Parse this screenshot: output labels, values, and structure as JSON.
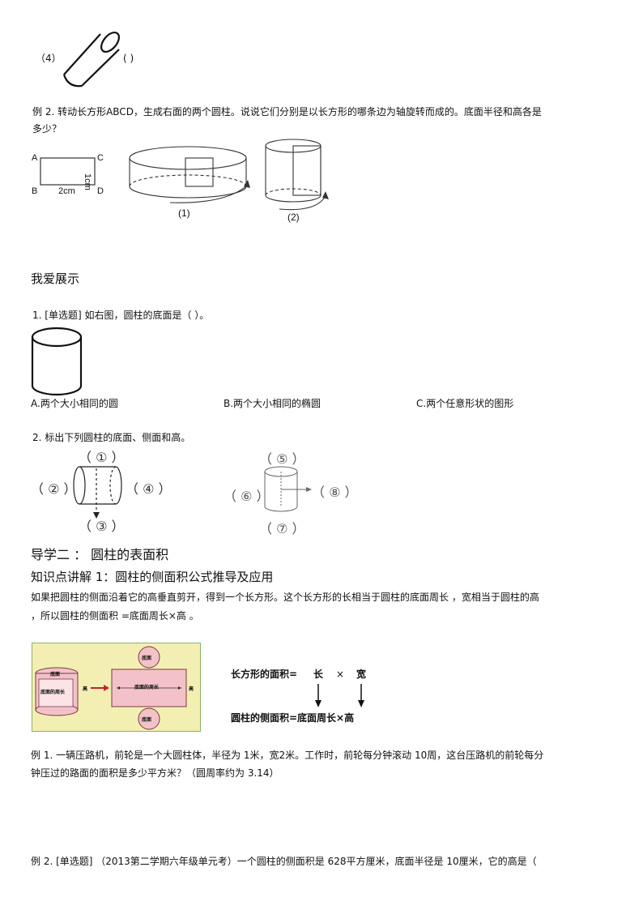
{
  "q4": {
    "label": "（4）",
    "blank": "(          )"
  },
  "ex2": {
    "line1": "例 2.  转动长方形ABCD，生成右面的两个圆柱。说说它们分别是以长方形的哪条边为轴旋转而成的。底面半径和高各是",
    "line2": "多少？",
    "rect_labels": {
      "a": "A",
      "b": "B",
      "c": "C",
      "d": "D",
      "width": "2cm",
      "height": "1cm"
    },
    "fig1": "(1)",
    "fig2": "(2)"
  },
  "show": {
    "title": "我爱展示",
    "q1": "1.  [单选题]  如右图，圆柱的底面是（          ）。",
    "options": [
      "A.两个大小相同的圆",
      "B.两个大小相同的椭圆",
      "C.两个任意形状的图形"
    ],
    "q2": "2.  标出下列圆柱的底面、侧面和高。",
    "labels": [
      "（ ① ）",
      "（ ② ）",
      "（ ③ ）",
      "（ ④ ）",
      "（ ⑤ ）",
      "（ ⑥ ）",
      "（ ⑦ ）",
      "（ ⑧ ）"
    ]
  },
  "section2": {
    "title": "导学二 ：  圆柱的表面积",
    "kp": "知识点讲解  1：圆柱的侧面积公式推导及应用",
    "p1": "如果把圆柱的侧面沿着它的高垂直剪开，得到一个长方形。这个长方形的长相当于圆柱的底面周长      ，宽相当于圆柱的高",
    "p2": "，所以圆柱的侧面积 =底面周长×高  。",
    "img_labels": {
      "base": "底面",
      "circ": "底面的周长",
      "height": "高"
    },
    "formula1": {
      "lhs": "长方形的面积=",
      "a": "长",
      "op": "×",
      "b": "宽"
    },
    "formula2": "圆柱的侧面积=底面周长×高"
  },
  "ex1b": {
    "line1": "例 1.  一辆压路机，前轮是一个大圆柱体，半径为 1米，宽2米。工作时，前轮每分钟滚动 10周，这台压路机的前轮每分",
    "line2": "钟压过的路面的面积是多少平方米？（圆周率约为 3.14）"
  },
  "ex2b": {
    "line1": "例 2. [单选题] （2013第二学期六年级单元考）一个圆柱的侧面积是 628平方厘米，底面半径是 10厘米，它的高是（"
  }
}
